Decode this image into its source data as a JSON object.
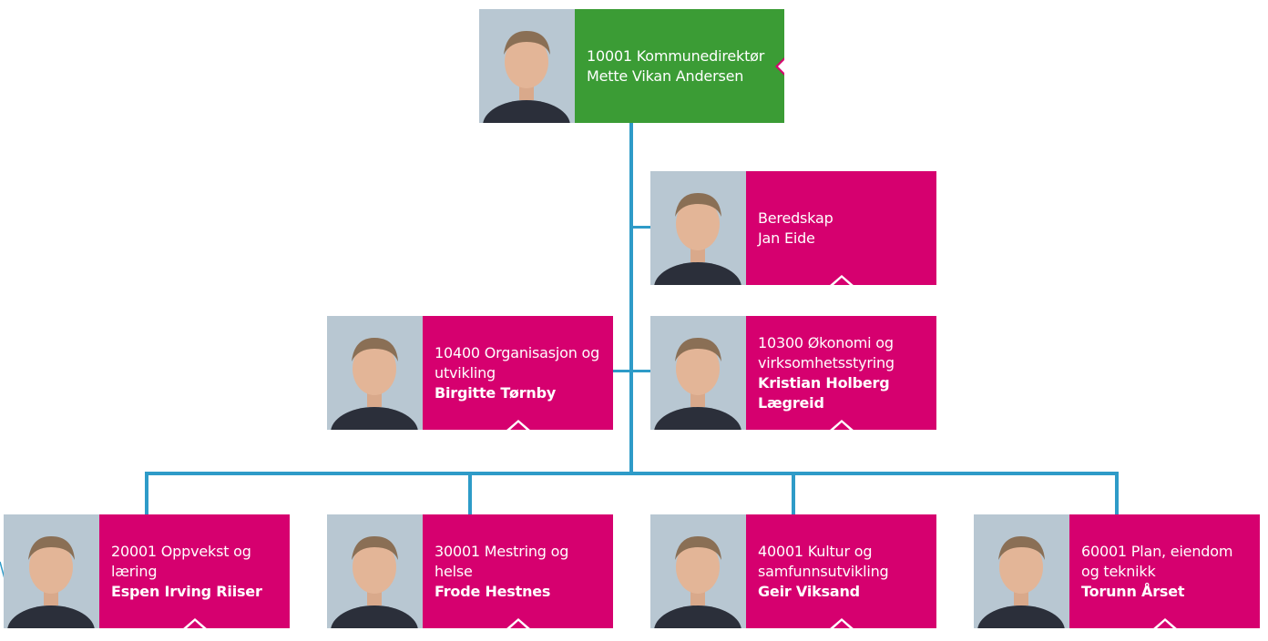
{
  "colors": {
    "root_card": "#3b9c35",
    "unit_card": "#d6006f",
    "connector": "#2e9bc8"
  },
  "root": {
    "unit": "10001 Kommunedirektør",
    "name": "Mette Vikan Andersen",
    "photo": "portrait-photo"
  },
  "staff": [
    {
      "unit": "Beredskap",
      "name": "Jan Eide",
      "photo": "portrait-photo"
    },
    {
      "unit": "10400 Organisasjon og utvikling",
      "name": "Birgitte Tørnby",
      "photo": "portrait-photo"
    },
    {
      "unit": "10300 Økonomi og virksomhetsstyring",
      "name": "Kristian Holberg Lægreid",
      "photo": "portrait-photo"
    }
  ],
  "divisions": [
    {
      "unit": "20001 Oppvekst og læring",
      "name": "Espen Irving Riiser",
      "photo": "portrait-photo"
    },
    {
      "unit": "30001 Mestring og helse",
      "name": "Frode Hestnes",
      "photo": "portrait-photo"
    },
    {
      "unit": "40001 Kultur og samfunnsutvikling",
      "name": "Geir Viksand",
      "photo": "portrait-photo"
    },
    {
      "unit": "60001 Plan, eiendom og teknikk",
      "name": "Torunn Årset",
      "photo": "portrait-photo"
    }
  ]
}
